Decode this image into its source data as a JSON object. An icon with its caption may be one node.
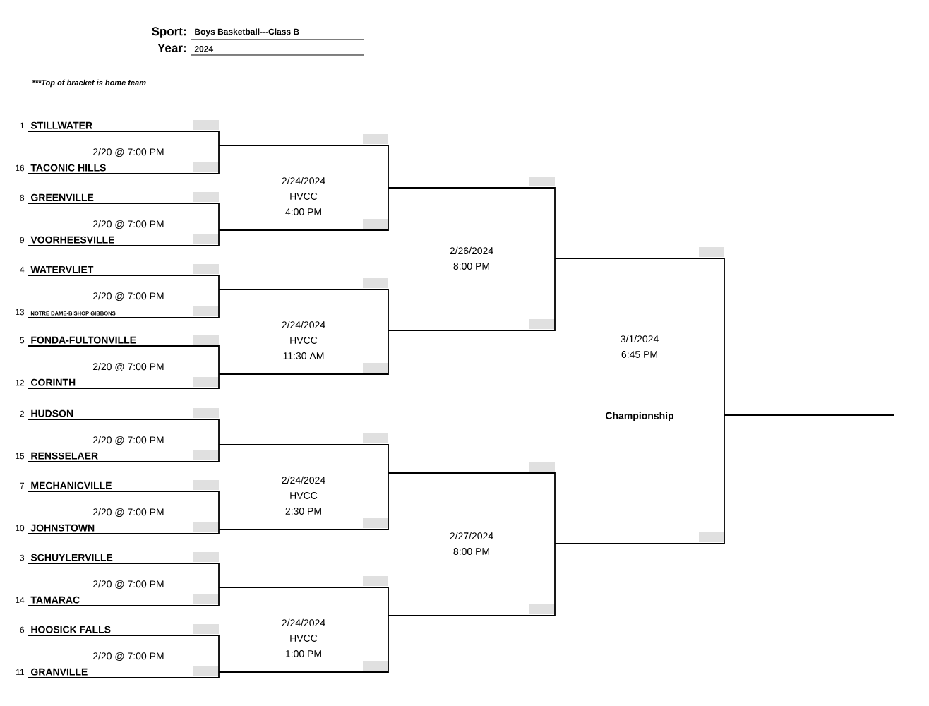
{
  "diagram": {
    "labels": [
      "Sport:",
      "Boys Basketball---Class B",
      "Year:",
      "2024",
      "***Top of bracket is home team",
      "1",
      "STILLWATER",
      "2/20 @ 7:00 PM",
      "16",
      "TACONIC HILLS",
      "8",
      "GREENVILLE",
      "2/20 @ 7:00 PM",
      "9",
      "VOORHEESVILLE",
      "4",
      "WATERVLIET",
      "2/20 @ 7:00 PM",
      "13",
      "NOTRE DAME-BISHOP GIBBONS",
      "5",
      "FONDA-FULTONVILLE",
      "2/20 @ 7:00 PM",
      "12",
      "CORINTH",
      "2",
      "HUDSON",
      "2/20 @ 7:00 PM",
      "15",
      "RENSSELAER",
      "7",
      "MECHANICVILLE",
      "2/20 @ 7:00 PM",
      "10",
      "JOHNSTOWN",
      "3",
      "SCHUYLERVILLE",
      "2/20 @ 7:00 PM",
      "14",
      "TAMARAC",
      "6",
      "HOOSICK FALLS",
      "2/20 @ 7:00 PM",
      "11",
      "GRANVILLE",
      "2/24/2024",
      "HVCC",
      "4:00 PM",
      "2/24/2024",
      "HVCC",
      "11:30 AM",
      "2/24/2024",
      "HVCC",
      "2:30 PM",
      "2/24/2024",
      "HVCC",
      "1:00 PM",
      "2/26/2024",
      "8:00 PM",
      "2/27/2024",
      "8:00 PM",
      "3/1/2024",
      "6:45 PM",
      "Championship"
    ]
  }
}
